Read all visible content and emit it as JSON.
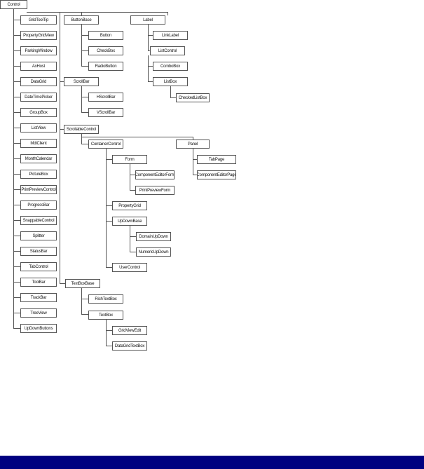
{
  "colors": {
    "footer_bar": "#000080",
    "line": "#555555"
  },
  "nodes": {
    "control": "Control",
    "gridtooltip": "GridToolTip",
    "propertygridview": "PropertyGridView",
    "parkingwindow": "ParkingWindow",
    "axhost": "AxHost",
    "datagrid": "DataGrid",
    "datetimepicker": "DateTimePicker",
    "groupbox": "GroupBox",
    "listview": "ListView",
    "mdiclient": "MdiClient",
    "monthcalendar": "MonthCalendar",
    "picturebox": "PictureBox",
    "printpreviewcontrol": "PrintPreviewControl",
    "progressbar": "ProgressBar",
    "snappablecontrol": "SnappableControl",
    "splitter": "Splitter",
    "statusbar": "StatusBar",
    "tabcontrol": "TabControl",
    "toolbar": "ToolBar",
    "trackbar": "TrackBar",
    "treeview": "TreeView",
    "updownbuttons": "UpDownButtons",
    "buttonbase": "ButtonBase",
    "button": "Button",
    "checkbox": "CheckBox",
    "radiobutton": "RadioButton",
    "label": "Label",
    "linklabel": "LinkLabel",
    "listcontrol": "ListControl",
    "combobox": "ComboBox",
    "listbox": "ListBox",
    "checkedlistbox": "CheckedListBox",
    "scrollbar": "ScrollBar",
    "hscrollbar": "HScrollBar",
    "vscrollbar": "VScrollBar",
    "scrollablecontrol": "ScrollableControl",
    "containercontrol": "ContainerControl",
    "panel": "Panel",
    "tabpage": "TabPage",
    "componenteditorpage": "ComponentEditorPage",
    "form": "Form",
    "componenteditorform": "ComponentEditorForm",
    "printpreviewform": "PrintPreviewForm",
    "propertygrid": "PropertyGrid",
    "updownbase": "UpDownBase",
    "domainupdown": "DomainUpDown",
    "numericupdown": "NumericUpDown",
    "usercontrol": "UserControl",
    "textboxbase": "TextBoxBase",
    "richtextbox": "RichTextBox",
    "textbox": "TextBox",
    "gridviewedit": "GridViewEdit",
    "datagridtextbox": "DataGridTextBox"
  }
}
